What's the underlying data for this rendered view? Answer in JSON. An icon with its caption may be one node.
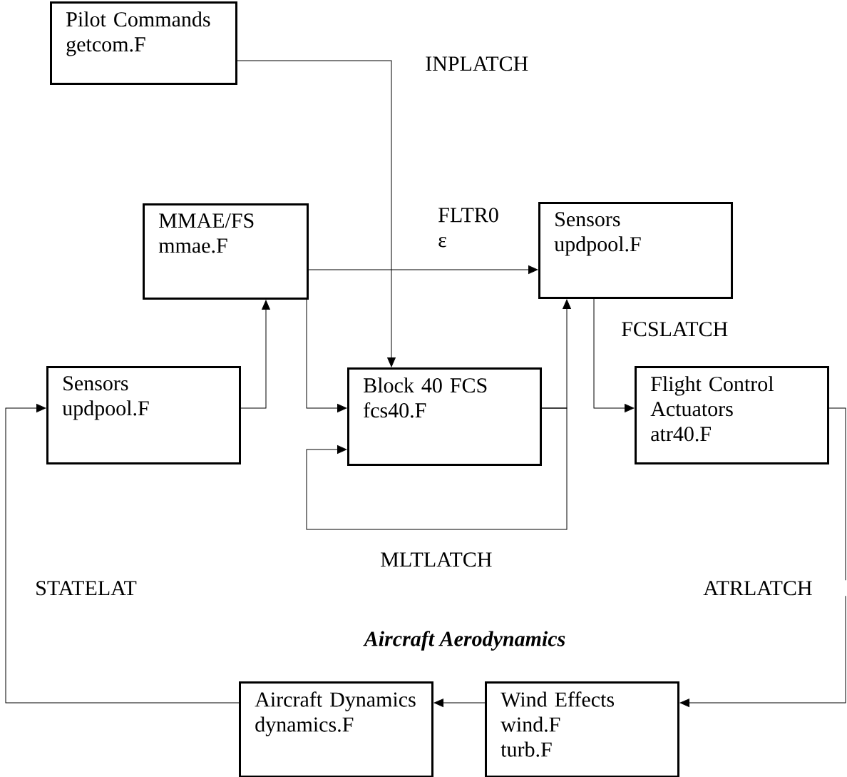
{
  "diagram": {
    "nodes": [
      {
        "text": [
          "Pilot Commands",
          "getcom.F"
        ]
      },
      {
        "text": [
          "MMAE/FS",
          "mmae.F"
        ]
      },
      {
        "text": [
          "Sensors",
          "updpool.F"
        ]
      },
      {
        "text": [
          "Sensors",
          "updpool.F"
        ]
      },
      {
        "text": [
          "Block 40 FCS",
          "fcs40.F"
        ]
      },
      {
        "text": [
          "Flight Control Actuators",
          "atr40.F"
        ]
      },
      {
        "text": [
          "Aircraft Dynamics",
          "dynamics.F"
        ]
      },
      {
        "text": [
          "Wind Effects",
          "wind.F",
          "turb.F"
        ]
      }
    ],
    "edges": [
      {
        "from": 0,
        "to": 4,
        "arrow": "to",
        "label": "INPLATCH"
      },
      {
        "from": 1,
        "to": 2,
        "arrow": "to",
        "label": "FLTR0 ε"
      },
      {
        "from": 3,
        "to": 1,
        "arrow": "to"
      },
      {
        "from": 1,
        "to": 4,
        "arrow": "to"
      },
      {
        "from": 4,
        "to": 2,
        "arrow": "to"
      },
      {
        "from": 4,
        "to": 4,
        "arrow": "to",
        "label": "MLTLATCH"
      },
      {
        "from": 2,
        "to": 5,
        "arrow": "to",
        "label": "FCSLATCH"
      },
      {
        "from": 5,
        "to": 7,
        "arrow": "to",
        "label": "ATRLATCH"
      },
      {
        "from": 7,
        "to": 6,
        "arrow": "to"
      },
      {
        "from": 6,
        "to": 3,
        "arrow": "to",
        "label": "STATELAT"
      }
    ],
    "labels": [
      "Aircraft Aerodynamics"
    ]
  }
}
